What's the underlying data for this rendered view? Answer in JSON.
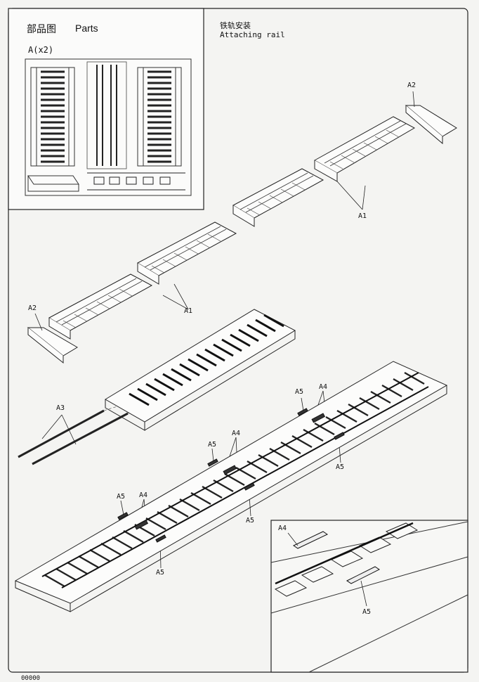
{
  "header": {
    "parts_cn": "部品图",
    "parts_en": "Parts",
    "sprue_label": "A(x2)"
  },
  "step": {
    "title_cn": "铁轨安装",
    "title_en": "Attaching rail"
  },
  "callouts": {
    "a2_top": "A2",
    "a1_right": "A1",
    "a1_left": "A1",
    "a2_left": "A2",
    "a3": "A3",
    "a5_upper_right": "A5",
    "a4_upper_right": "A4",
    "a5_upper_right_below": "A5",
    "a5_mid": "A5",
    "a4_mid": "A4",
    "a5_mid_below": "A5",
    "a5_left": "A5",
    "a4_left": "A4",
    "a5_left_below": "A5",
    "detail_a4": "A4",
    "detail_a5": "A5"
  },
  "footer": {
    "page_number": "00000"
  }
}
